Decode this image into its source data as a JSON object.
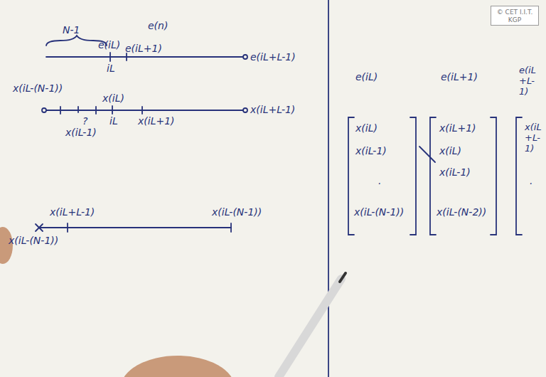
{
  "diagram": {
    "nodes": [
      {
        "text": [
          "© CET I.I.T. KGP"
        ]
      }
    ],
    "labels": [
      "N-1",
      "e(iL)",
      "e(n)",
      "e(iL+1)",
      "e(iL+L-1)",
      "iL",
      "x(iL-(N-1))",
      "x(iL)",
      "x(iL+L-1)",
      "?",
      "x(iL-1)",
      "iL",
      "x(iL+1)",
      "x(iL+L-1)",
      "x(iL-(N-1))",
      "x(iL-(N-1))",
      "e(iL)",
      "e(iL+1)",
      "e(iL+L-1)",
      "x(iL)",
      "x(iL-1)",
      ".",
      "x(iL-(N-1))",
      "x(iL+1)",
      "x(iL)",
      "x(iL-1)",
      "x(iL-(N-2))",
      "x(iL+L-1)",
      "."
    ]
  }
}
